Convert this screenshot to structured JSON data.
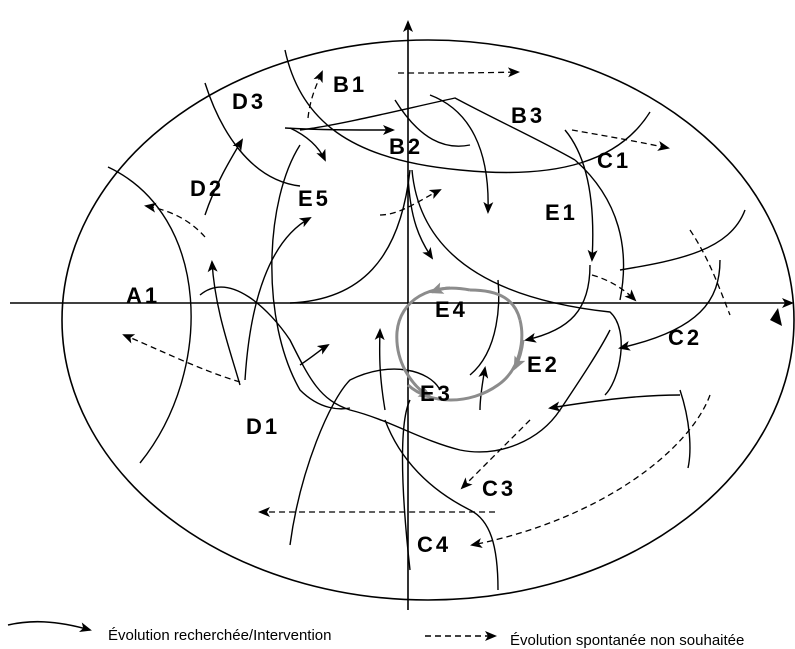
{
  "zones": {
    "a1": "A1",
    "b1": "B1",
    "b2": "B2",
    "b3": "B3",
    "c1": "C1",
    "c2": "C2",
    "c3": "C3",
    "c4": "C4",
    "d1": "D1",
    "d2": "D2",
    "d3": "D3",
    "e1": "E1",
    "e2": "E2",
    "e3": "E3",
    "e4": "E4",
    "e5": "E5"
  },
  "legend": {
    "solid_label": "Évolution recherchée/Intervention",
    "dashed_label": "Évolution spontanée non souhaitée"
  },
  "colors": {
    "line": "#000000",
    "cycle": "#8c8c8c",
    "background": "#ffffff"
  }
}
